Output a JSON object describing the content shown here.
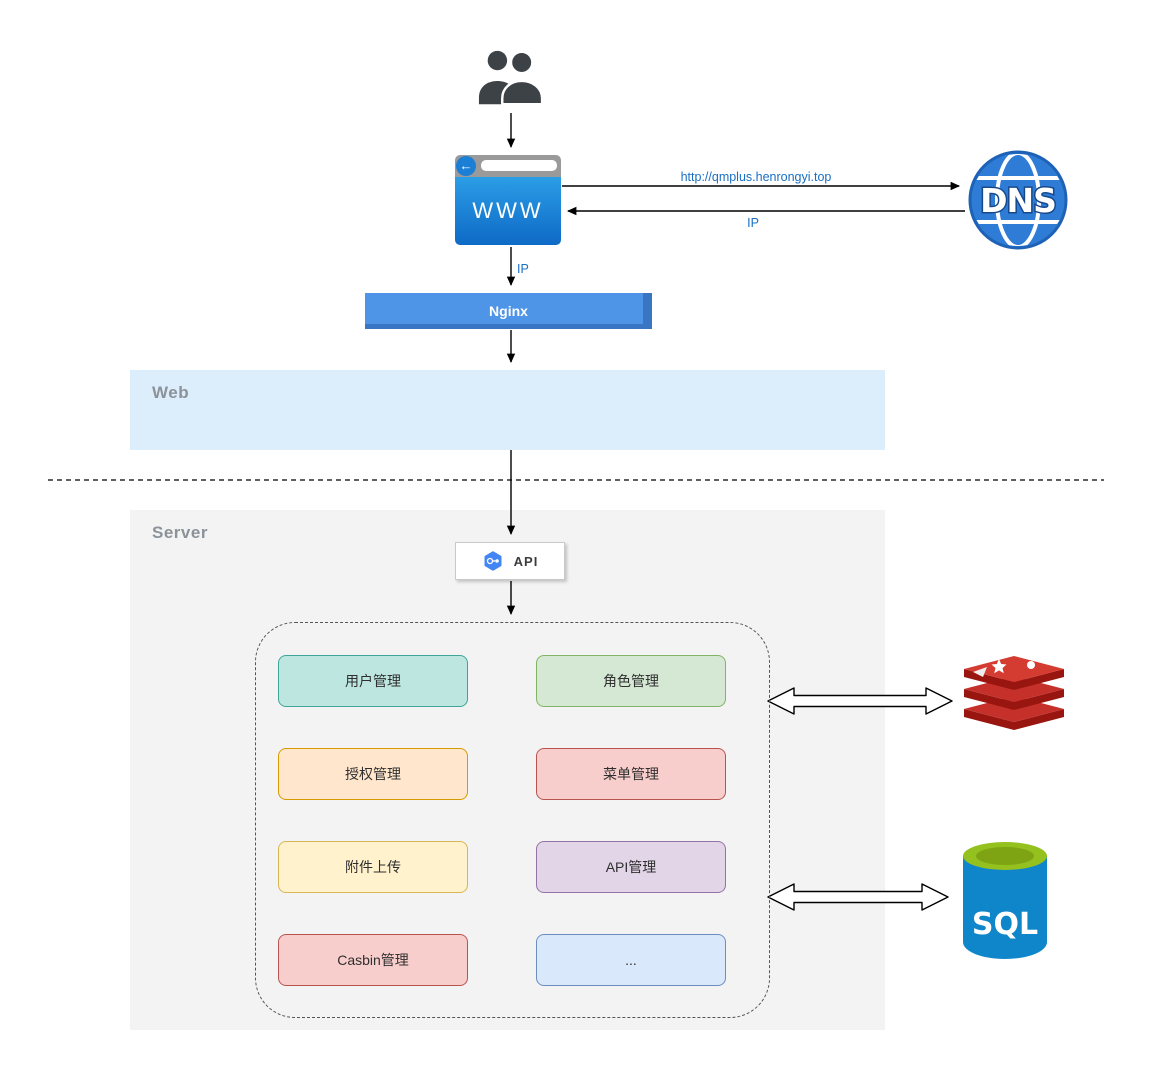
{
  "colors": {
    "link_text": "#1a6fc4",
    "zone_label": "#8b9299",
    "web_zone_bg": "#dceefb",
    "server_zone_bg": "#f3f3f3",
    "nginx_bg": "#4e95e7",
    "arrow": "#000000"
  },
  "users": {
    "icon": "users-icon"
  },
  "browser": {
    "icon": "browser-icon",
    "label": "WWW",
    "back_glyph": "←"
  },
  "dns": {
    "icon": "dns-globe-icon",
    "label": "DNS"
  },
  "edges": {
    "request_url": "http://qmplus.henrongyi.top",
    "response_ip": "IP",
    "browser_to_nginx_ip": "IP"
  },
  "nginx": {
    "label": "Nginx"
  },
  "zones": {
    "web": {
      "label": "Web"
    },
    "server": {
      "label": "Server"
    }
  },
  "api": {
    "icon": "api-hexagon-icon",
    "label": "API"
  },
  "modules": [
    {
      "label": "用户管理",
      "bg": "#bee6e1",
      "border": "#3ea598"
    },
    {
      "label": "角色管理",
      "bg": "#d5e8d4",
      "border": "#82b366"
    },
    {
      "label": "授权管理",
      "bg": "#ffe6cc",
      "border": "#d79b00"
    },
    {
      "label": "菜单管理",
      "bg": "#f8cecc",
      "border": "#b85450"
    },
    {
      "label": "附件上传",
      "bg": "#fff2cc",
      "border": "#d6b656"
    },
    {
      "label": "API管理",
      "bg": "#e1d5e7",
      "border": "#9673a6"
    },
    {
      "label": "Casbin管理",
      "bg": "#f8cecc",
      "border": "#b85450"
    },
    {
      "label": "...",
      "bg": "#dae8fc",
      "border": "#6c8ebf"
    }
  ],
  "datastores": {
    "redis": {
      "icon": "redis-stack-icon"
    },
    "sql": {
      "icon": "sql-database-icon",
      "label": "SQL"
    }
  }
}
